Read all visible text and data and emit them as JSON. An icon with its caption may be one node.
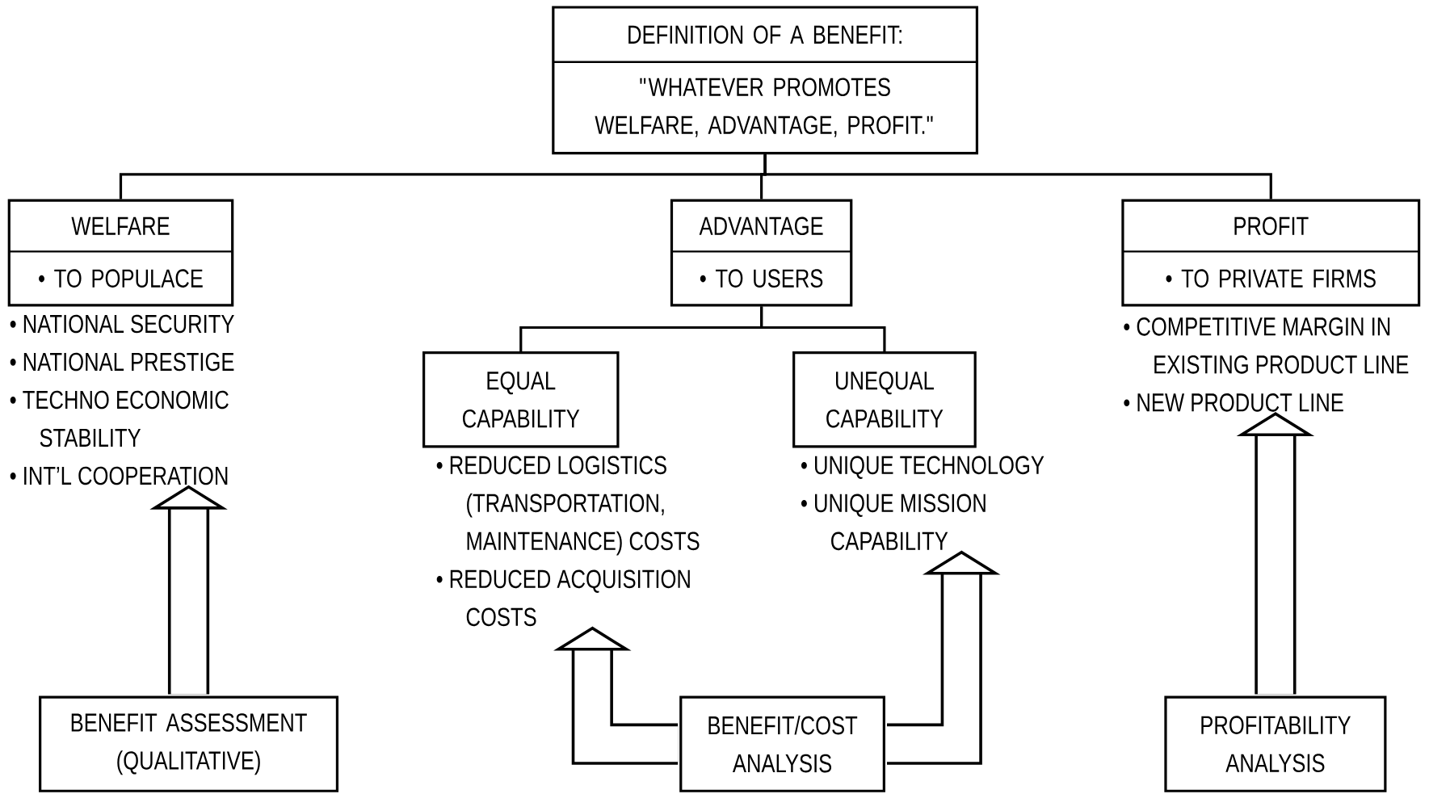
{
  "diagram": {
    "nodes": [
      {
        "text": [
          "DEFINITION OF A BENEFIT:",
          "\"WHATEVER PROMOTES WELFARE, ADVANTAGE, PROFIT.\""
        ]
      },
      {
        "text": [
          "WELFARE",
          "• TO POPULACE"
        ]
      },
      {
        "text": [
          "ADVANTAGE",
          "• TO USERS"
        ]
      },
      {
        "text": [
          "PROFIT",
          "• TO PRIVATE FIRMS"
        ]
      },
      {
        "text": [
          "• NATIONAL SECURITY",
          "• NATIONAL PRESTIGE",
          "• TECHNO ECONOMIC STABILITY",
          "• INT’L COOPERATION"
        ]
      },
      {
        "text": [
          "EQUAL CAPABILITY"
        ]
      },
      {
        "text": [
          "UNEQUAL CAPABILITY"
        ]
      },
      {
        "text": [
          "• COMPETITIVE MARGIN IN EXISTING PRODUCT LINE",
          "• NEW PRODUCT LINE"
        ]
      },
      {
        "text": [
          "• REDUCED LOGISTICS (TRANSPORTATION, MAINTENANCE) COSTS",
          "• REDUCED ACQUISITION COSTS"
        ]
      },
      {
        "text": [
          "• UNIQUE TECHNOLOGY",
          "• UNIQUE MISSION CAPABILITY"
        ]
      },
      {
        "text": [
          "BENEFIT ASSESSMENT (QUALITATIVE)"
        ]
      },
      {
        "text": [
          "BENEFIT/COST ANALYSIS"
        ]
      },
      {
        "text": [
          "PROFITABILITY ANALYSIS"
        ]
      }
    ],
    "edges": [
      {
        "from": 0,
        "to": 1,
        "arrow": "none"
      },
      {
        "from": 0,
        "to": 2,
        "arrow": "none"
      },
      {
        "from": 0,
        "to": 3,
        "arrow": "none"
      },
      {
        "from": 2,
        "to": 5,
        "arrow": "none"
      },
      {
        "from": 2,
        "to": 6,
        "arrow": "none"
      },
      {
        "from": 10,
        "to": 4,
        "arrow": "to",
        "style": "thick"
      },
      {
        "from": 11,
        "to": 8,
        "arrow": "to",
        "style": "thick"
      },
      {
        "from": 11,
        "to": 9,
        "arrow": "to",
        "style": "thick"
      },
      {
        "from": 12,
        "to": 7,
        "arrow": "to",
        "style": "thick"
      }
    ]
  }
}
